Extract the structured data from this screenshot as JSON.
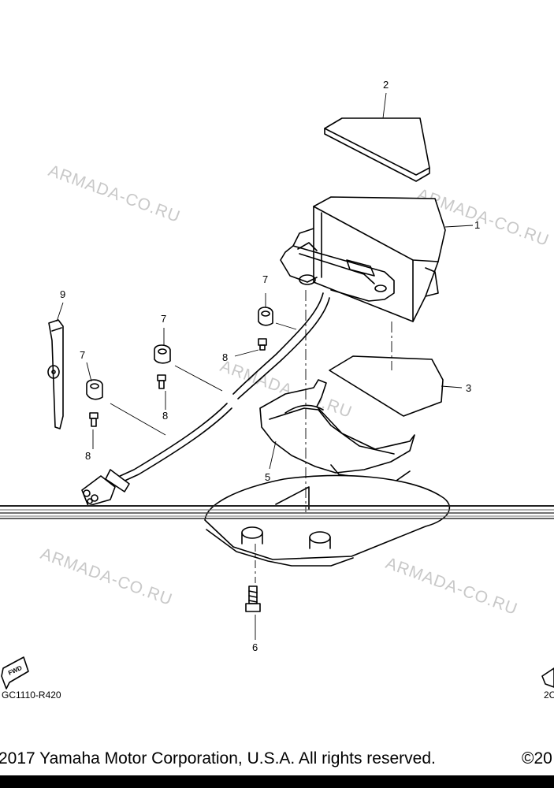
{
  "callouts": {
    "c1": "1",
    "c2": "2",
    "c3": "3",
    "c5": "5",
    "c6": "6",
    "c7a": "7",
    "c7b": "7",
    "c7c": "7",
    "c8a": "8",
    "c8b": "8",
    "c8c": "8",
    "c9": "9"
  },
  "watermark": "ARMADA-CO.RU",
  "fwd_label": "FWD",
  "diagram_code_left": "GC1110-R420",
  "diagram_code_right": "2C",
  "copyright_left": "2017 Yamaha Motor Corporation, U.S.A. All rights reserved.",
  "copyright_right": "©20"
}
